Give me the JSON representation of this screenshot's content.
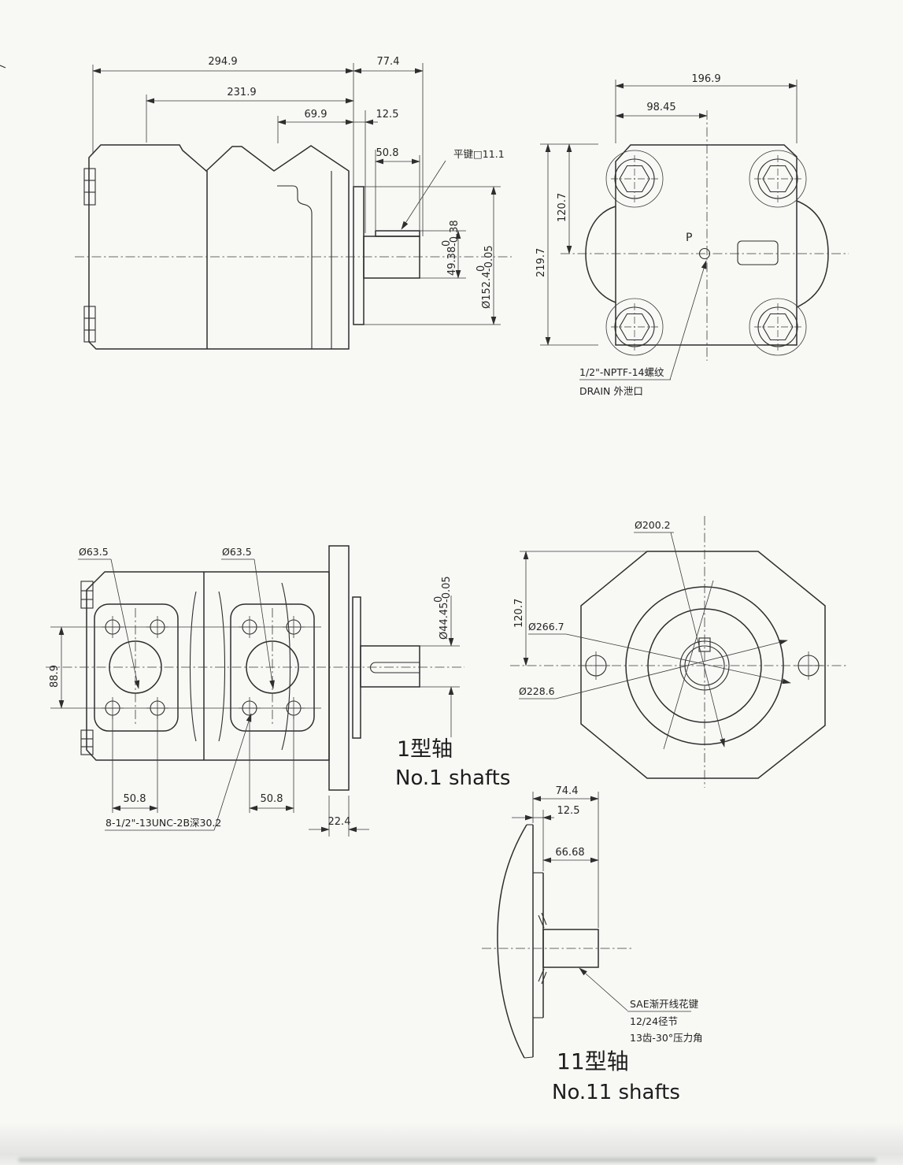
{
  "meta": {
    "drawing_type": "hydraulic vane pump dimensional drawing",
    "ink_color": "#2e2e2e",
    "paper_color": "#f8f8f5"
  },
  "views": {
    "side": {
      "dim_294_9": "294.9",
      "dim_231_9": "231.9",
      "dim_69_9": "69.9",
      "dim_12_5": "12.5",
      "dim_77_4": "77.4",
      "dim_50_8": "50.8",
      "key_note": "平键□11.1",
      "dim_49_38": {
        "v": "49.38",
        "tu": "0",
        "td": "-0.38"
      },
      "dim_152_4": {
        "v": "Ø152.4",
        "tu": "0",
        "td": "-0.05"
      }
    },
    "rear": {
      "dim_196_9": "196.9",
      "dim_98_45": "98.45",
      "dim_120_7": "120.7",
      "dim_219_7": "219.7",
      "port_label": "P",
      "drain_line1": "1/2\"-NPTF-14螺纹",
      "drain_line2": "DRAIN 外泄口"
    },
    "front": {
      "bore_dim_1": "Ø63.5",
      "bore_dim_2": "Ø63.5",
      "dim_88_9": "88.9",
      "dim_50_8_a": "50.8",
      "dim_50_8_b": "50.8",
      "dim_22_4": "22.4",
      "bolt_note": "8-1/2\"-13UNC-2B深30.2",
      "shaft_dim": {
        "v": "Ø44.45",
        "tu": "0",
        "td": "-0.05"
      },
      "caption_cn": "1型轴",
      "caption_en": "No.1 shafts"
    },
    "octagon": {
      "dim_200_2": "Ø200.2",
      "dim_266_7": "Ø266.7",
      "dim_228_6": "Ø228.6",
      "dim_120_7": "120.7"
    },
    "shaft11": {
      "dim_74_4": "74.4",
      "dim_12_5": "12.5",
      "dim_66_68": "66.68",
      "note_spline": "SAE渐开线花键",
      "note_pitch": "12/24径节",
      "note_teeth": "13齿-30°压力角",
      "caption_cn": "11型轴",
      "caption_en": "No.11 shafts"
    }
  }
}
